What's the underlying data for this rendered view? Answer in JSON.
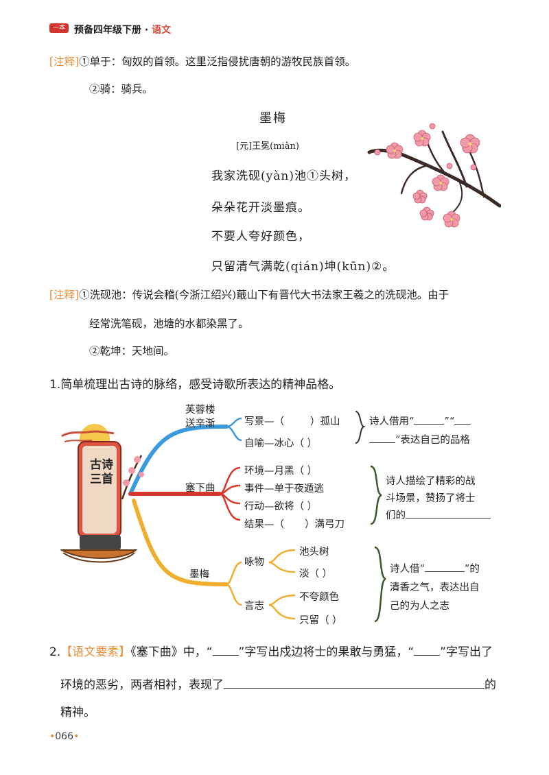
{
  "header": {
    "badge": "一本",
    "title": "预备四年级下册",
    "separator": " · ",
    "subject": "语文"
  },
  "notes1": {
    "tag": "[注释]",
    "item1": "①单于：匈奴的首领。这里泛指侵扰唐朝的游牧民族首领。",
    "item2": "②骑：骑兵。"
  },
  "poem": {
    "title": "墨梅",
    "author": "[元]王冕(miǎn)",
    "lines": [
      "我家洗砚(yàn)池①头树，",
      "朵朵花开淡墨痕。",
      "不要人夸好颜色，",
      "只留清气满乾(qián)坤(kūn)②。"
    ]
  },
  "notes2": {
    "tag": "[注释]",
    "item1a": "①洗砚池：传说会稽(今浙江绍兴)蕺山下有晋代大书法家王羲之的洗砚池。由于",
    "item1b": "经常洗笔砚，池塘的水都染黑了。",
    "item2": "②乾坤：天地间。"
  },
  "question1": "1.简单梳理出古诗的脉络，感受诗歌所表达的精神品格。",
  "mindmap": {
    "center": "古诗三首",
    "b1": {
      "title1": "芙蓉楼",
      "title2": "送辛渐",
      "leaf1_pre": "写景—（",
      "leaf1_post": "）孤山",
      "leaf2": "自喻—冰心（       ）",
      "comment_a": "诗人借用“",
      "comment_b": "”“",
      "comment_c": "”表达自己的品格"
    },
    "b2": {
      "title": "塞下曲",
      "leaf1": "环境—月黑（           ）",
      "leaf2": "事件—单于夜遁逃",
      "leaf3": "行动—欲将（           ）",
      "leaf4_pre": "结果—（",
      "leaf4_post": "）满弓刀",
      "comment1": "诗人描绘了精彩的战",
      "comment2": "斗场景，赞扬了将士",
      "comment3": "们的"
    },
    "b3": {
      "title": "墨梅",
      "sub1": "咏物",
      "sub1_leaf1": "池头树",
      "sub1_leaf2": "淡（          ）",
      "sub2": "言志",
      "sub2_leaf1": "不夸颜色",
      "sub2_leaf2": "只留（          ）",
      "comment1a": "诗人借“",
      "comment1b": "”的",
      "comment2": "清香之气，表达出自",
      "comment3": "己的为人之志"
    }
  },
  "question2": {
    "num": "2.",
    "tag": "【语文要素】",
    "text_a": "《塞下曲》中，“",
    "text_b": "”字写出戍边将士的果敢与勇猛，“",
    "text_c": "”字写出了",
    "line2_a": "环境的恶劣，两者相衬，表现了",
    "line2_b": "的",
    "line3": "精神。"
  },
  "page_number": "066",
  "colors": {
    "accent_orange": "#e9913d",
    "header_red": "#d2352b",
    "branch_blue": "#3b9ad9",
    "branch_red": "#d8362c",
    "branch_yellow": "#f0ae2e",
    "blossom_pink": "#f09aa8"
  }
}
